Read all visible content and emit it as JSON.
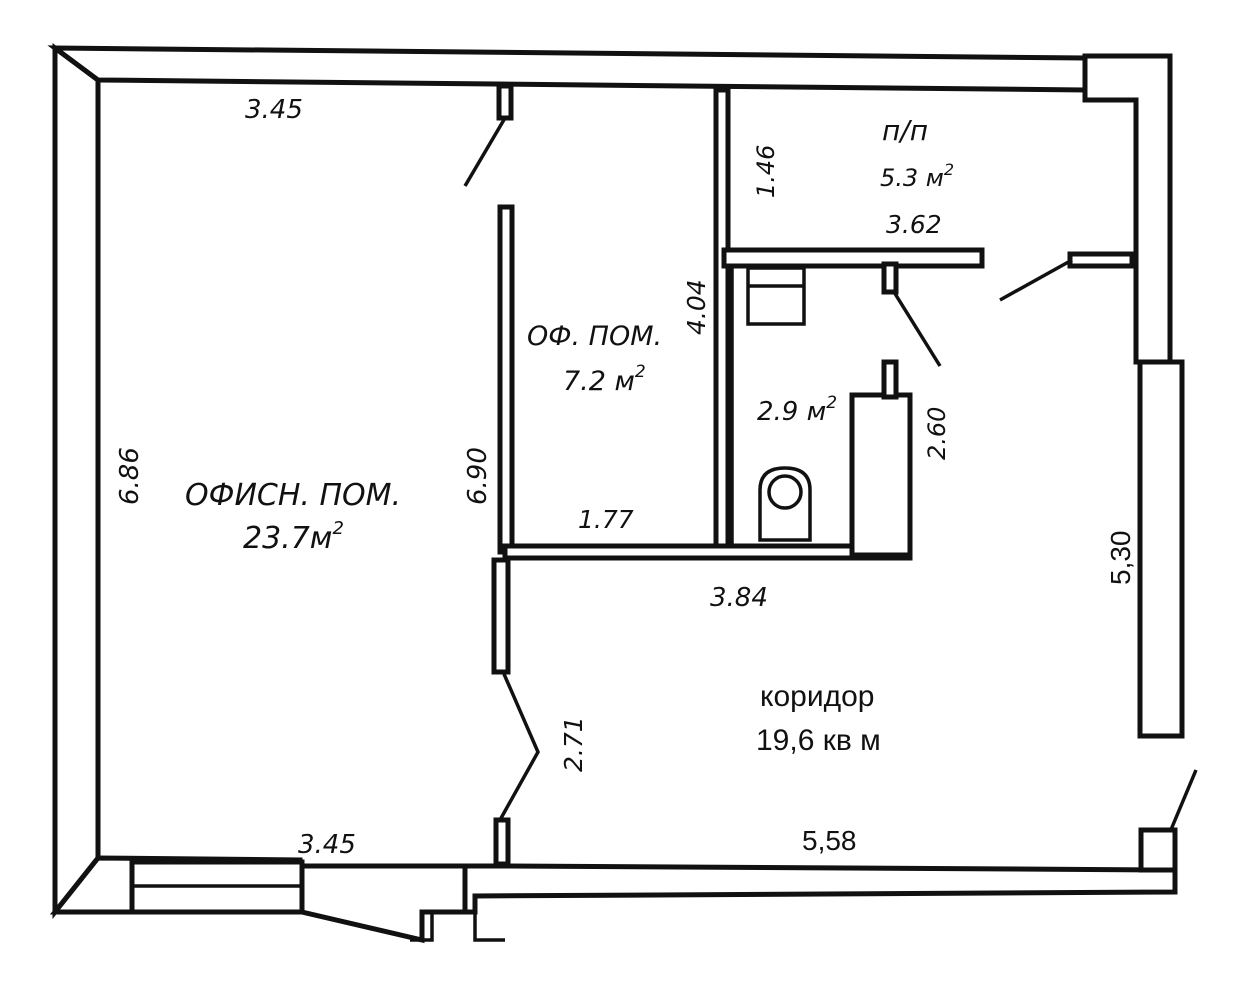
{
  "rooms": {
    "main_office": {
      "name": "ОФИСН. ПОМ.",
      "area": "23.7м",
      "sup": "2"
    },
    "small_office": {
      "name": "ОФ. ПОМ.",
      "area": "7.2 м",
      "sup": "2"
    },
    "utility": {
      "name": "п/п",
      "area": "5.3 м",
      "sup": "2"
    },
    "bathroom": {
      "area": "2.9 м",
      "sup": "2"
    },
    "corridor": {
      "name": "коридор",
      "area": "19,6 кв м"
    }
  },
  "dimensions": {
    "top_left_width": "3.45",
    "bottom_left_width": "3.45",
    "left_height": "6.86",
    "partition_height": "6.90",
    "small_office_height": "4.04",
    "small_office_width": "1.77",
    "utility_height": "1.46",
    "utility_width": "3.62",
    "bathroom_height": "2.60",
    "mid_width": "3.84",
    "corridor_height": "5,30",
    "door_span": "2.71",
    "corridor_width": "5,58"
  }
}
